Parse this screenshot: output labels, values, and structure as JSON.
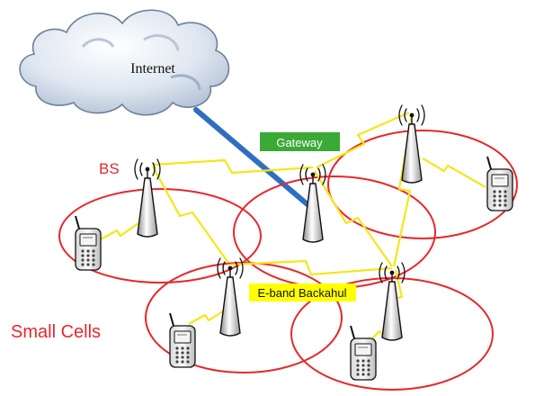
{
  "labels": {
    "internet": "Internet",
    "gateway": "Gateway",
    "bs": "BS",
    "eband": "E-band Backahul",
    "small_cells": "Small Cells"
  },
  "colors": {
    "cell_stroke": "#e8272c",
    "link": "#f5e61a",
    "backbone": "#2f6ec0",
    "gateway_bg": "#3aa935",
    "eband_bg": "#ffff00",
    "red_text": "#e8272c"
  },
  "icons": [
    "cloud-icon",
    "tower-icon",
    "antenna-waves-icon",
    "mobile-phone-icon",
    "wireless-link-icon"
  ]
}
